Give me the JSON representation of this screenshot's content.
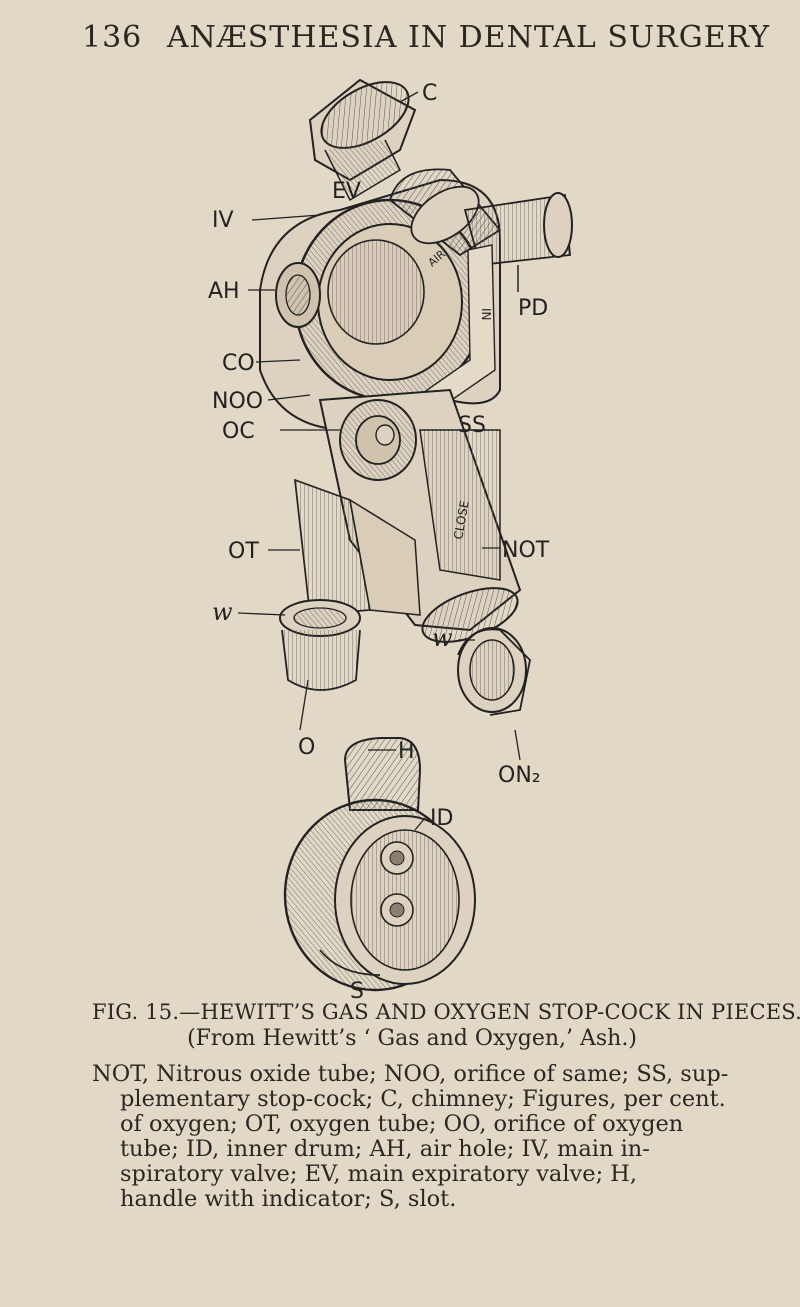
{
  "header": {
    "page_number": "136",
    "running_title": "ANÆSTHESIA IN DENTAL SURGERY"
  },
  "figure": {
    "labels": {
      "c": "C",
      "ev": "EV",
      "iv": "IV",
      "ah": "AH",
      "pd": "PD",
      "co": "CO",
      "noo": "NOO",
      "oc": "OC",
      "ss": "SS",
      "not": "NOT",
      "ot": "OT",
      "w1": "w",
      "w2": "w",
      "o": "O",
      "h": "H",
      "on2": "ON₂",
      "id": "ID",
      "s": "S",
      "in_marking": "IN",
      "close_marking": "CLOSE",
      "air_marking": "AIR"
    }
  },
  "caption": {
    "line1": "FIG. 15.—HEWITT’S GAS AND OXYGEN STOP-COCK IN PIECES.",
    "line2": "(From Hewitt’s ‘ Gas and Oxygen,’ Ash.)"
  },
  "legend": {
    "lines": [
      "NOT, Nitrous oxide tube; NOO, orifice of same; SS, sup-",
      "plementary stop-cock; C, chimney; Figures, per cent.",
      "of oxygen; OT, oxygen tube; OO, orifice of oxygen",
      "tube; ID, inner drum; AH, air hole; IV, main in-",
      "spiratory valve; EV, main expiratory valve; H,",
      "handle with indicator; S, slot."
    ]
  }
}
